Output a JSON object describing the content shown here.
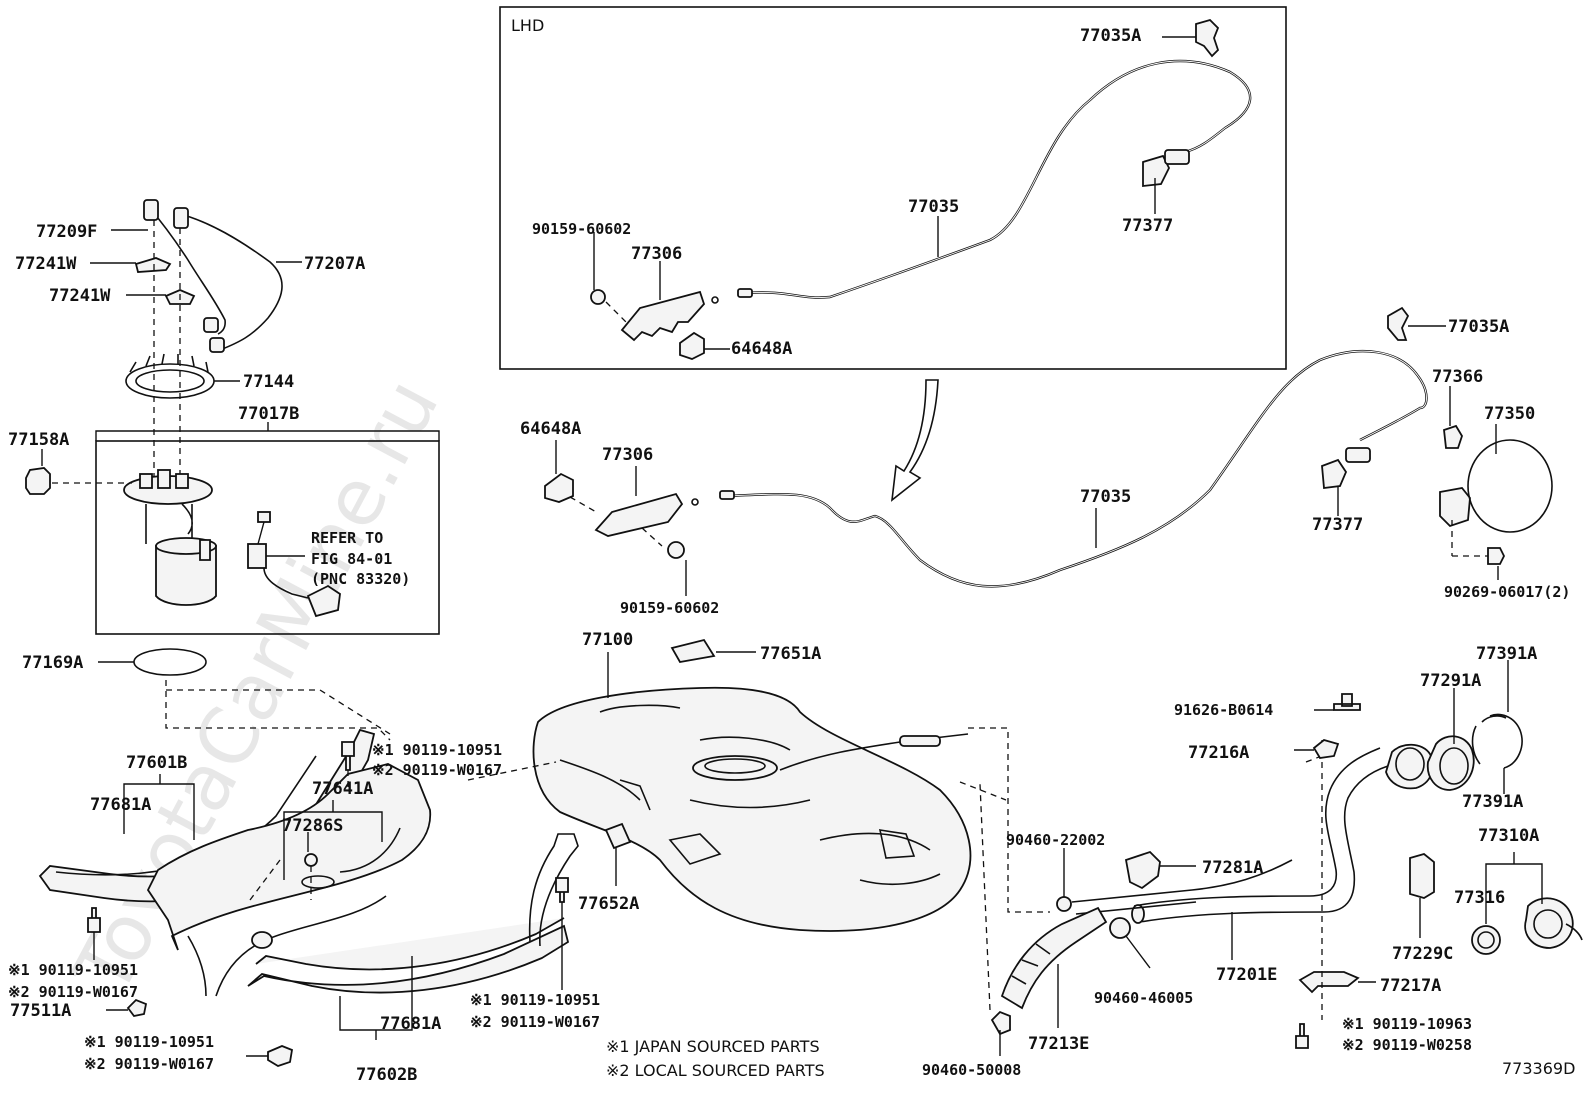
{
  "inset_label": "LHD",
  "watermark": "ToyotaCarMine.ru",
  "figure_id": "773369D",
  "notes": {
    "note1": "※1 JAPAN SOURCED PARTS",
    "note2": "※2 LOCAL SOURCED PARTS"
  },
  "refer_box": {
    "line1": "REFER TO",
    "line2": "FIG 84-01",
    "line3": "(PNC 83320)"
  },
  "labels": {
    "p77035A_inset": "77035A",
    "p77035_inset": "77035",
    "p77377_inset": "77377",
    "p90159_60602_inset": "90159-60602",
    "p77306_inset": "77306",
    "p64648A_inset": "64648A",
    "p77209F": "77209F",
    "p77241W_a": "77241W",
    "p77207A": "77207A",
    "p77241W_b": "77241W",
    "p77144": "77144",
    "p77017B": "77017B",
    "p77158A": "77158A",
    "p64648A": "64648A",
    "p77306": "77306",
    "p90159_60602": "90159-60602",
    "p77035A": "77035A",
    "p77366": "77366",
    "p77350": "77350",
    "p77035": "77035",
    "p77377": "77377",
    "p90269_06017": "90269-06017(2)",
    "p77169A": "77169A",
    "p77100": "77100",
    "p77651A": "77651A",
    "p77391A_a": "77391A",
    "p77291A": "77291A",
    "p91626_B0614": "91626-B0614",
    "p77216A": "77216A",
    "p77391A_b": "77391A",
    "p77310A": "77310A",
    "p77601B": "77601B",
    "p77681A_a": "77681A",
    "p77641A": "77641A",
    "p77286S": "77286S",
    "f1_90119_10951_a": "※1 90119-10951",
    "f2_90119_W0167_a": "※2 90119-W0167",
    "p90460_22002": "90460-22002",
    "p77281A": "77281A",
    "p77652A": "77652A",
    "p77316": "77316",
    "p77229C": "77229C",
    "f1_90119_10951_b": "※1 90119-10951",
    "f2_90119_W0167_b": "※2 90119-W0167",
    "p77511A": "77511A",
    "f1_90119_10951_c": "※1 90119-10951",
    "f2_90119_W0167_c": "※2 90119-W0167",
    "p77681A_b": "77681A",
    "p77201E": "77201E",
    "p90460_46005": "90460-46005",
    "p77217A": "77217A",
    "f1_90119_10963": "※1 90119-10963",
    "f2_90119_W0258": "※2 90119-W0258",
    "f1_90119_10951_d": "※1 90119-10951",
    "f2_90119_W0167_d": "※2 90119-W0167",
    "p77602B": "77602B",
    "p77213E": "77213E",
    "p90460_50008": "90460-50008"
  }
}
